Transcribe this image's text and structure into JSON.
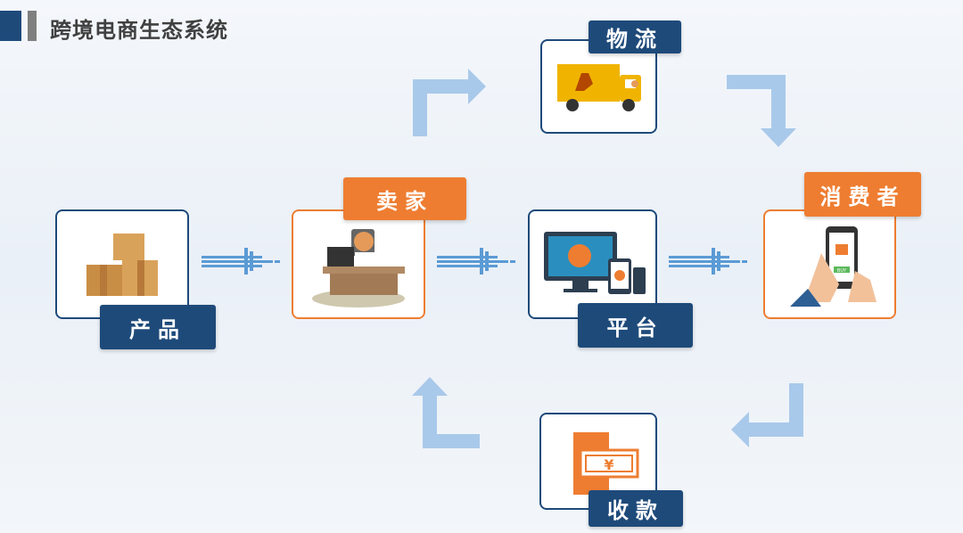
{
  "title": "跨境电商生态系统",
  "nodes": {
    "product": "产品",
    "seller": "卖家",
    "platform": "平台",
    "consumer": "消费者",
    "logistics": "物流",
    "payment": "收款"
  },
  "icons": {
    "product": "boxes-icon",
    "seller": "businessman-icon",
    "platform": "devices-icon",
    "consumer": "smartphone-icon",
    "logistics": "truck-icon",
    "payment": "yen-cash-icon"
  },
  "payment_symbol": "¥",
  "phone_button": "BUY",
  "colors": {
    "navy": "#1e4a7a",
    "orange": "#ee7d31",
    "arrow": "#a9c9ea",
    "dots": "#5b9bd5"
  }
}
